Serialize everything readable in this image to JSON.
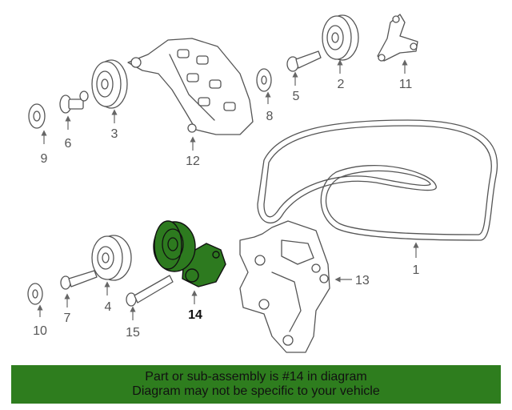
{
  "callouts": {
    "c1": "1",
    "c2": "2",
    "c3": "3",
    "c4": "4",
    "c5": "5",
    "c6": "6",
    "c7": "7",
    "c8": "8",
    "c9": "9",
    "c10": "10",
    "c11": "11",
    "c12": "12",
    "c13": "13",
    "c14": "14",
    "c15": "15"
  },
  "highlighted_part": "14",
  "colors": {
    "highlight": "#2d7a1f",
    "banner": "#2e7d1e",
    "line": "#555555"
  },
  "banner": {
    "line1": "Part or sub-assembly is #14 in diagram",
    "line2": "Diagram may not be specific to your vehicle"
  }
}
